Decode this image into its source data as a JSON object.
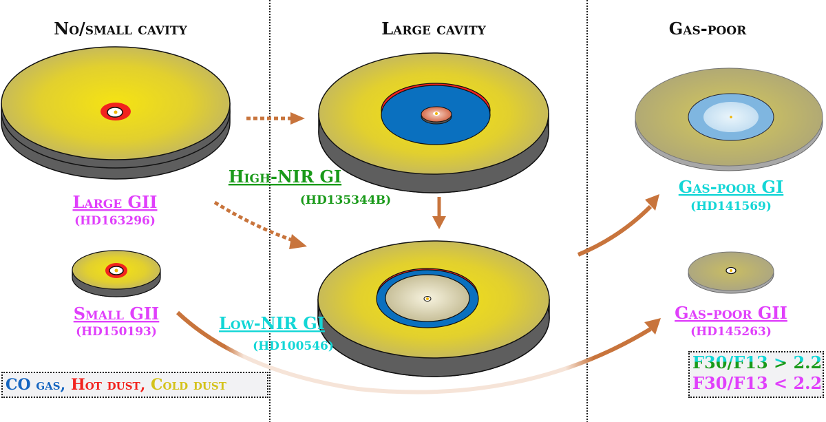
{
  "columns": [
    {
      "header": "No/small cavity"
    },
    {
      "header": "Large cavity"
    },
    {
      "header": "Gas-poor"
    }
  ],
  "disks": [
    {
      "label": "Large GII",
      "target": "(HD163296)",
      "label_color": "#e040fb"
    },
    {
      "label": "Small GII",
      "target": "(HD150193)",
      "label_color": "#e040fb"
    },
    {
      "label": "High-NIR GI",
      "target": "(HD135344B)",
      "label_color": "#1a9a1a"
    },
    {
      "label": "Low-NIR GI",
      "target": "(HD100546)",
      "label_color": "#13d6d6"
    },
    {
      "label": "Gas-poor GI",
      "target": "(HD141569)",
      "label_color": "#13d6d6"
    },
    {
      "label": "Gas-poor GII",
      "target": "(HD145263)",
      "label_color": "#e040fb"
    }
  ],
  "legend": {
    "co_gas": "CO gas",
    "sep1": ", ",
    "hot_dust": "Hot dust",
    "sep2": ", ",
    "cold_dust": "Cold dust"
  },
  "ratio_legend": {
    "gt": "F30/F13 > 2.2",
    "lt": "F30/F13 < 2.2"
  },
  "colors": {
    "co_gas": "#1565c0",
    "hot_dust": "#f2231e",
    "cold_dust": "#d4c21a",
    "arrow": "#c8743c",
    "group_I_high": "#1a9a1a",
    "group_I_low": "#13d6d6",
    "group_II": "#e040fb"
  }
}
